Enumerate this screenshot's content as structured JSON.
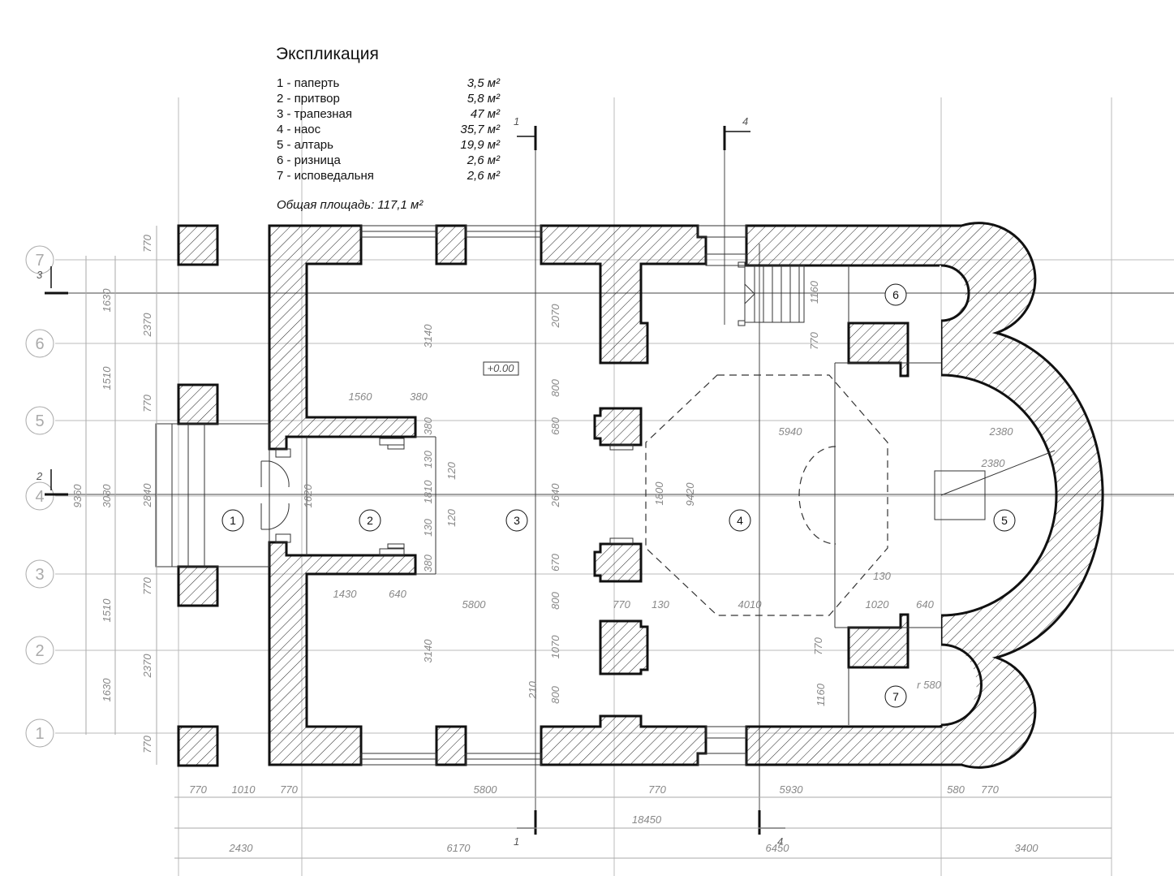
{
  "explication": {
    "title": "Экспликация",
    "items": [
      {
        "num": "1",
        "name": "паперть",
        "area": "3,5 м²"
      },
      {
        "num": "2",
        "name": "притвор",
        "area": "5,8 м²"
      },
      {
        "num": "3",
        "name": "трапезная",
        "area": "47 м²"
      },
      {
        "num": "4",
        "name": "наос",
        "area": "35,7 м²"
      },
      {
        "num": "5",
        "name": "алтарь",
        "area": "19,9 м²"
      },
      {
        "num": "6",
        "name": "ризница",
        "area": "2,6 м²"
      },
      {
        "num": "7",
        "name": "исповедальня",
        "area": "2,6 м²"
      }
    ],
    "total": "Общая площадь: 117,1 м²"
  },
  "axes": [
    "7",
    "6",
    "5",
    "4",
    "3",
    "2",
    "1"
  ],
  "rooms": [
    "1",
    "2",
    "3",
    "4",
    "5",
    "6",
    "7"
  ],
  "level_mark": "+0.00",
  "sections": {
    "s1": "1",
    "s2": "2",
    "s3": "3",
    "s4": "4"
  },
  "dims": {
    "bottom_row1": [
      "770",
      "1010",
      "770",
      "5800",
      "770",
      "5930",
      "580",
      "770"
    ],
    "overall": "18450",
    "bottom_row3": [
      "2430",
      "6170",
      "6450",
      "3400"
    ],
    "left_outer": "9360",
    "left_mid": [
      "1630",
      "1510",
      "3080",
      "1510",
      "1630"
    ],
    "left_inner": [
      "770",
      "2370",
      "770",
      "2840",
      "770",
      "2370",
      "770"
    ],
    "pritvor": [
      "1560",
      "380",
      "1430",
      "640",
      "1620",
      "380",
      "130",
      "1810",
      "130",
      "380",
      "120",
      "120"
    ],
    "trapeznaya": [
      "3140",
      "3140",
      "5800"
    ],
    "naos_col": [
      "2070",
      "800",
      "680",
      "2640",
      "670",
      "800",
      "1070",
      "800",
      "210",
      "770",
      "130",
      "1800",
      "9420",
      "5940",
      "4010"
    ],
    "right": [
      "1160",
      "770",
      "770",
      "1160",
      "2380",
      "2380",
      "130",
      "1020",
      "640",
      "r 580"
    ]
  },
  "colors": {
    "line": "#111111",
    "axis": "#aaaaaa",
    "dim": "#888888"
  }
}
